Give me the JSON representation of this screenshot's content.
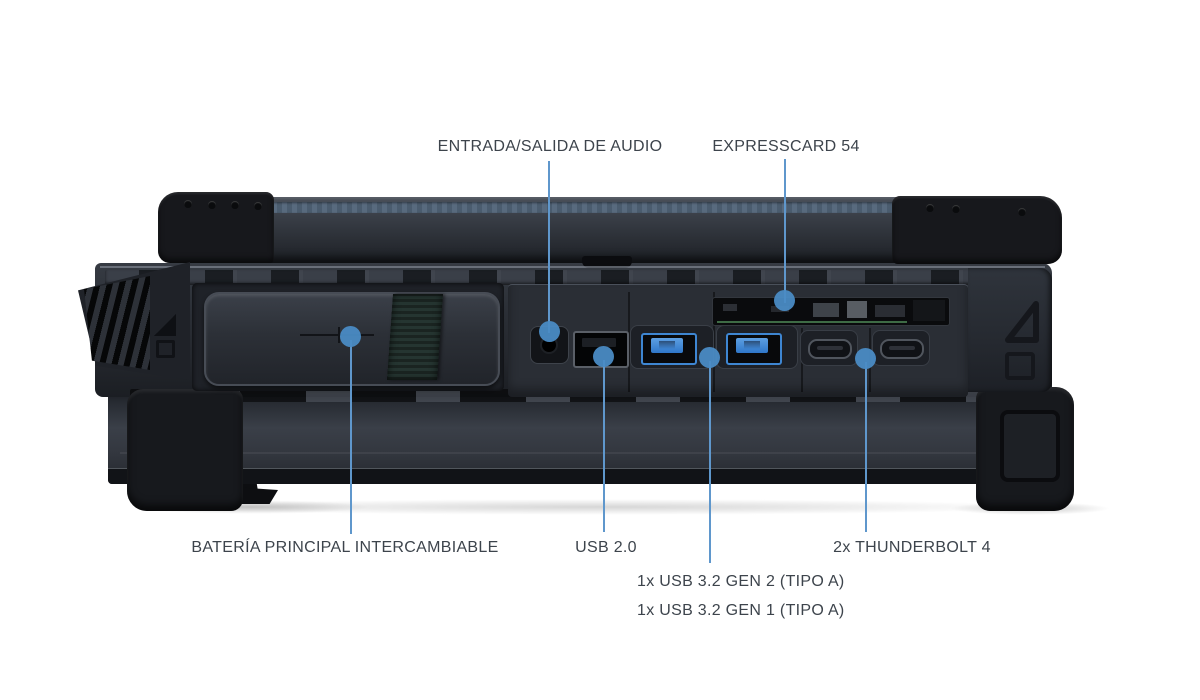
{
  "diagram": {
    "device": "rugged-laptop-rear-side-view",
    "accent_color": "#5f97cc",
    "dot_color": "#4a8bc4",
    "label_color": "#3d444c",
    "callouts": {
      "audio": {
        "label": "ENTRADA/SALIDA DE AUDIO"
      },
      "expresscard": {
        "label": "EXPRESSCARD 54"
      },
      "battery": {
        "label": "BATERÍA PRINCIPAL INTERCAMBIABLE"
      },
      "usb2": {
        "label": "USB 2.0"
      },
      "usb32_gen2": {
        "label": "1x USB 3.2 GEN 2 (TIPO A)"
      },
      "usb32_gen1": {
        "label": "1x USB 3.2 GEN 1 (TIPO A)"
      },
      "thunderbolt": {
        "label": "2x THUNDERBOLT 4"
      }
    }
  }
}
